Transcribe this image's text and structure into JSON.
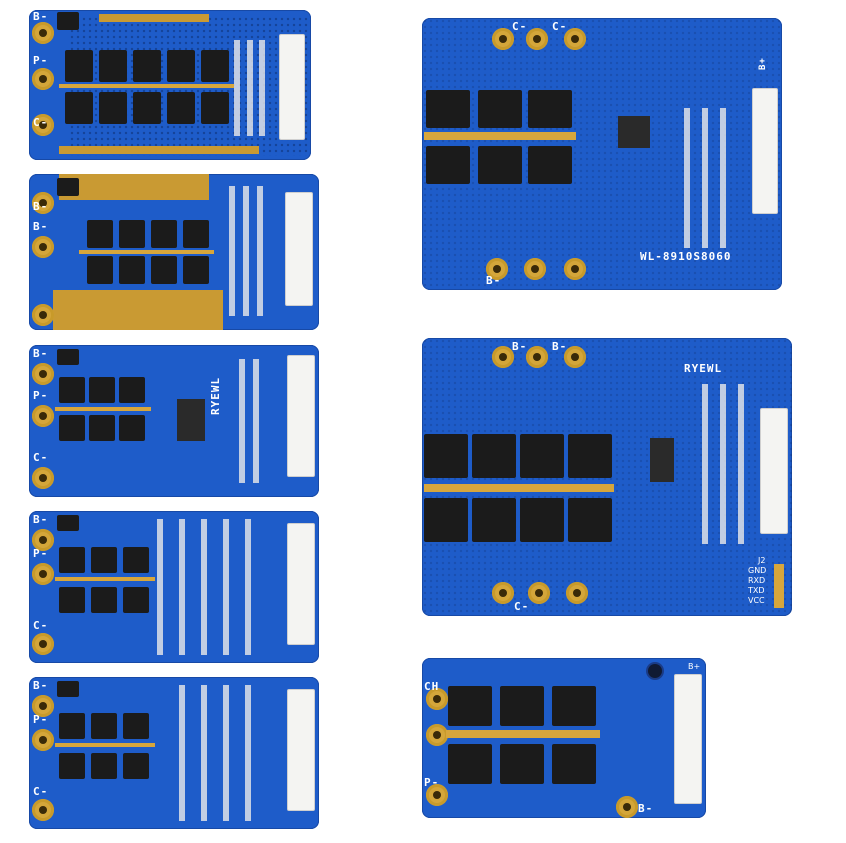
{
  "boards": [
    {
      "id": "b1",
      "pads": [
        "B-",
        "P-",
        "C-"
      ]
    },
    {
      "id": "b2",
      "pads": [
        "B-",
        "B-"
      ]
    },
    {
      "id": "b3",
      "pads": [
        "B-",
        "P-",
        "C-"
      ],
      "text": "RYEWL"
    },
    {
      "id": "b4",
      "pads": [
        "B-",
        "P-",
        "C-"
      ]
    },
    {
      "id": "b5",
      "pads": [
        "B-",
        "P-",
        "C-"
      ]
    },
    {
      "id": "b6",
      "pads_top": [
        "C-",
        "C-"
      ],
      "pads_bottom": [
        "B-"
      ],
      "connector": "B+",
      "model": "WL-8910S8060"
    },
    {
      "id": "b7",
      "pads_top": [
        "B-",
        "B-"
      ],
      "pads_bottom": [
        "C-"
      ],
      "brand": "RYEWL",
      "pins": [
        "GND",
        "RXD",
        "TXD",
        "VCC"
      ],
      "header": "J2"
    },
    {
      "id": "b8",
      "pads": [
        "CH",
        "P-",
        "B-"
      ],
      "connector": "B+"
    }
  ],
  "colors": {
    "board": "#1e5cc9",
    "gold": "#d4a63a",
    "mosfet": "#1b1b1b"
  }
}
